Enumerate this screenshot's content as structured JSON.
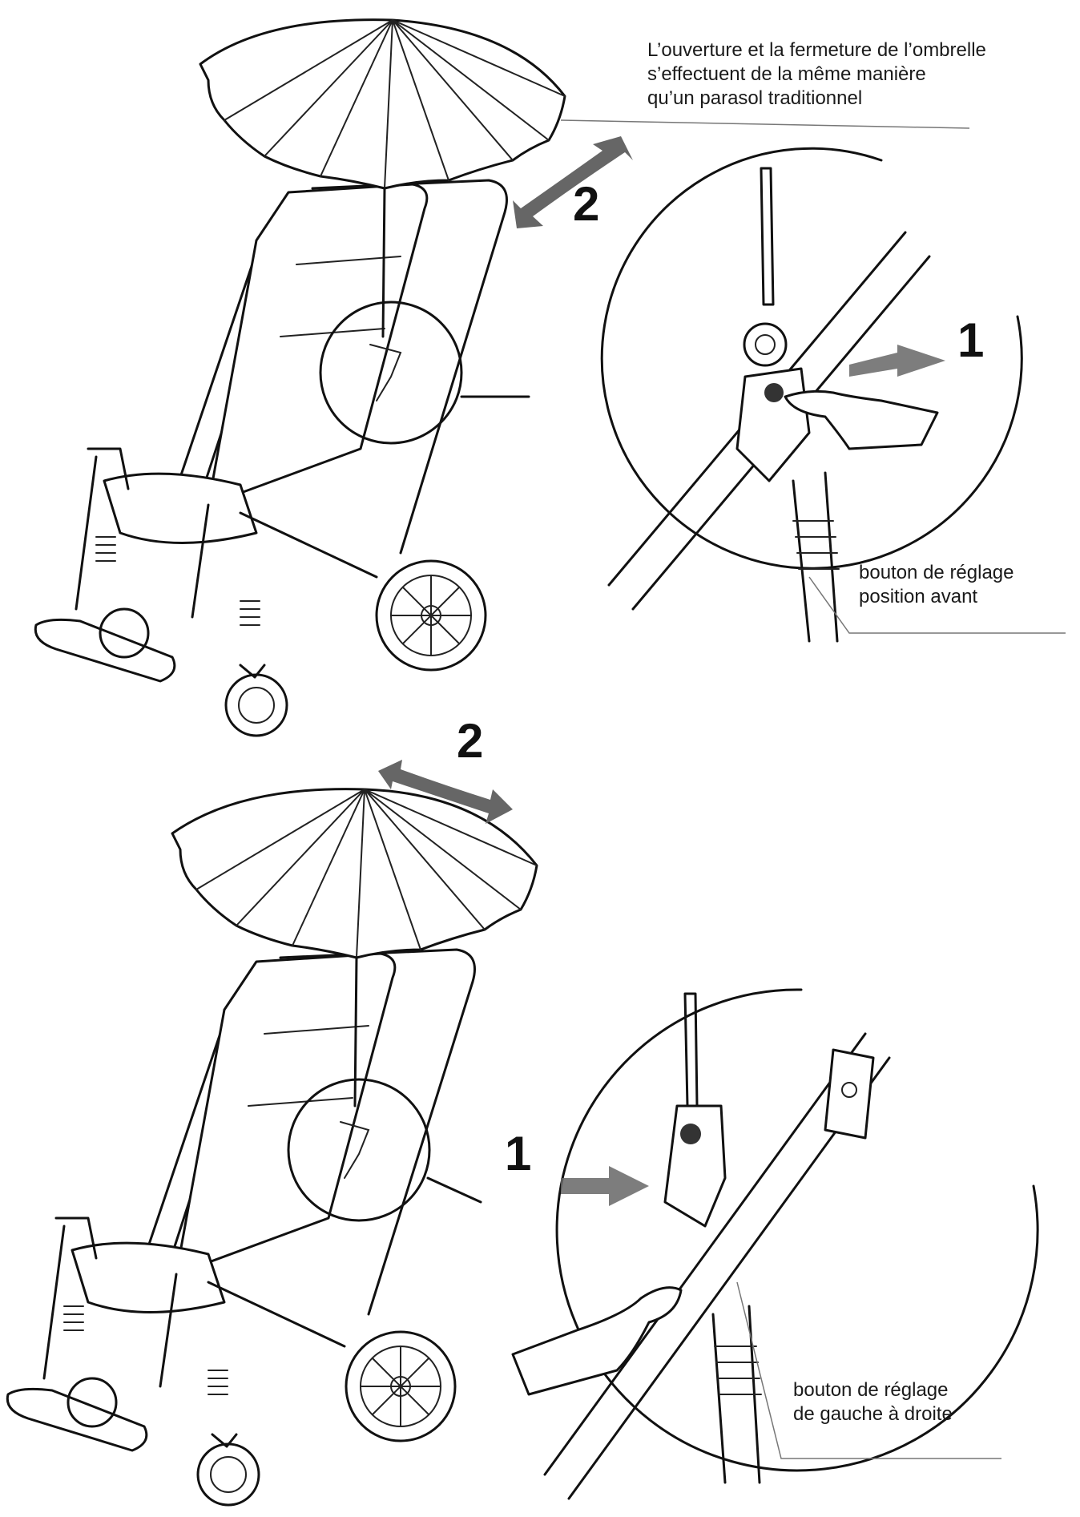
{
  "top_panel": {
    "callout_umbrella": [
      "L’ouverture et la fermeture de l’ombrelle",
      "s’effectuent de la même manière",
      "qu’un parasol traditionnel"
    ],
    "step_1": "1",
    "step_2": "2",
    "callout_button": [
      "bouton de réglage",
      "position avant"
    ]
  },
  "bottom_panel": {
    "step_1": "1",
    "step_2": "2",
    "callout_button": [
      "bouton de réglage",
      "de gauche à droite"
    ]
  },
  "colors": {
    "line": "#111111",
    "arrow": "#666666",
    "background": "#ffffff"
  }
}
